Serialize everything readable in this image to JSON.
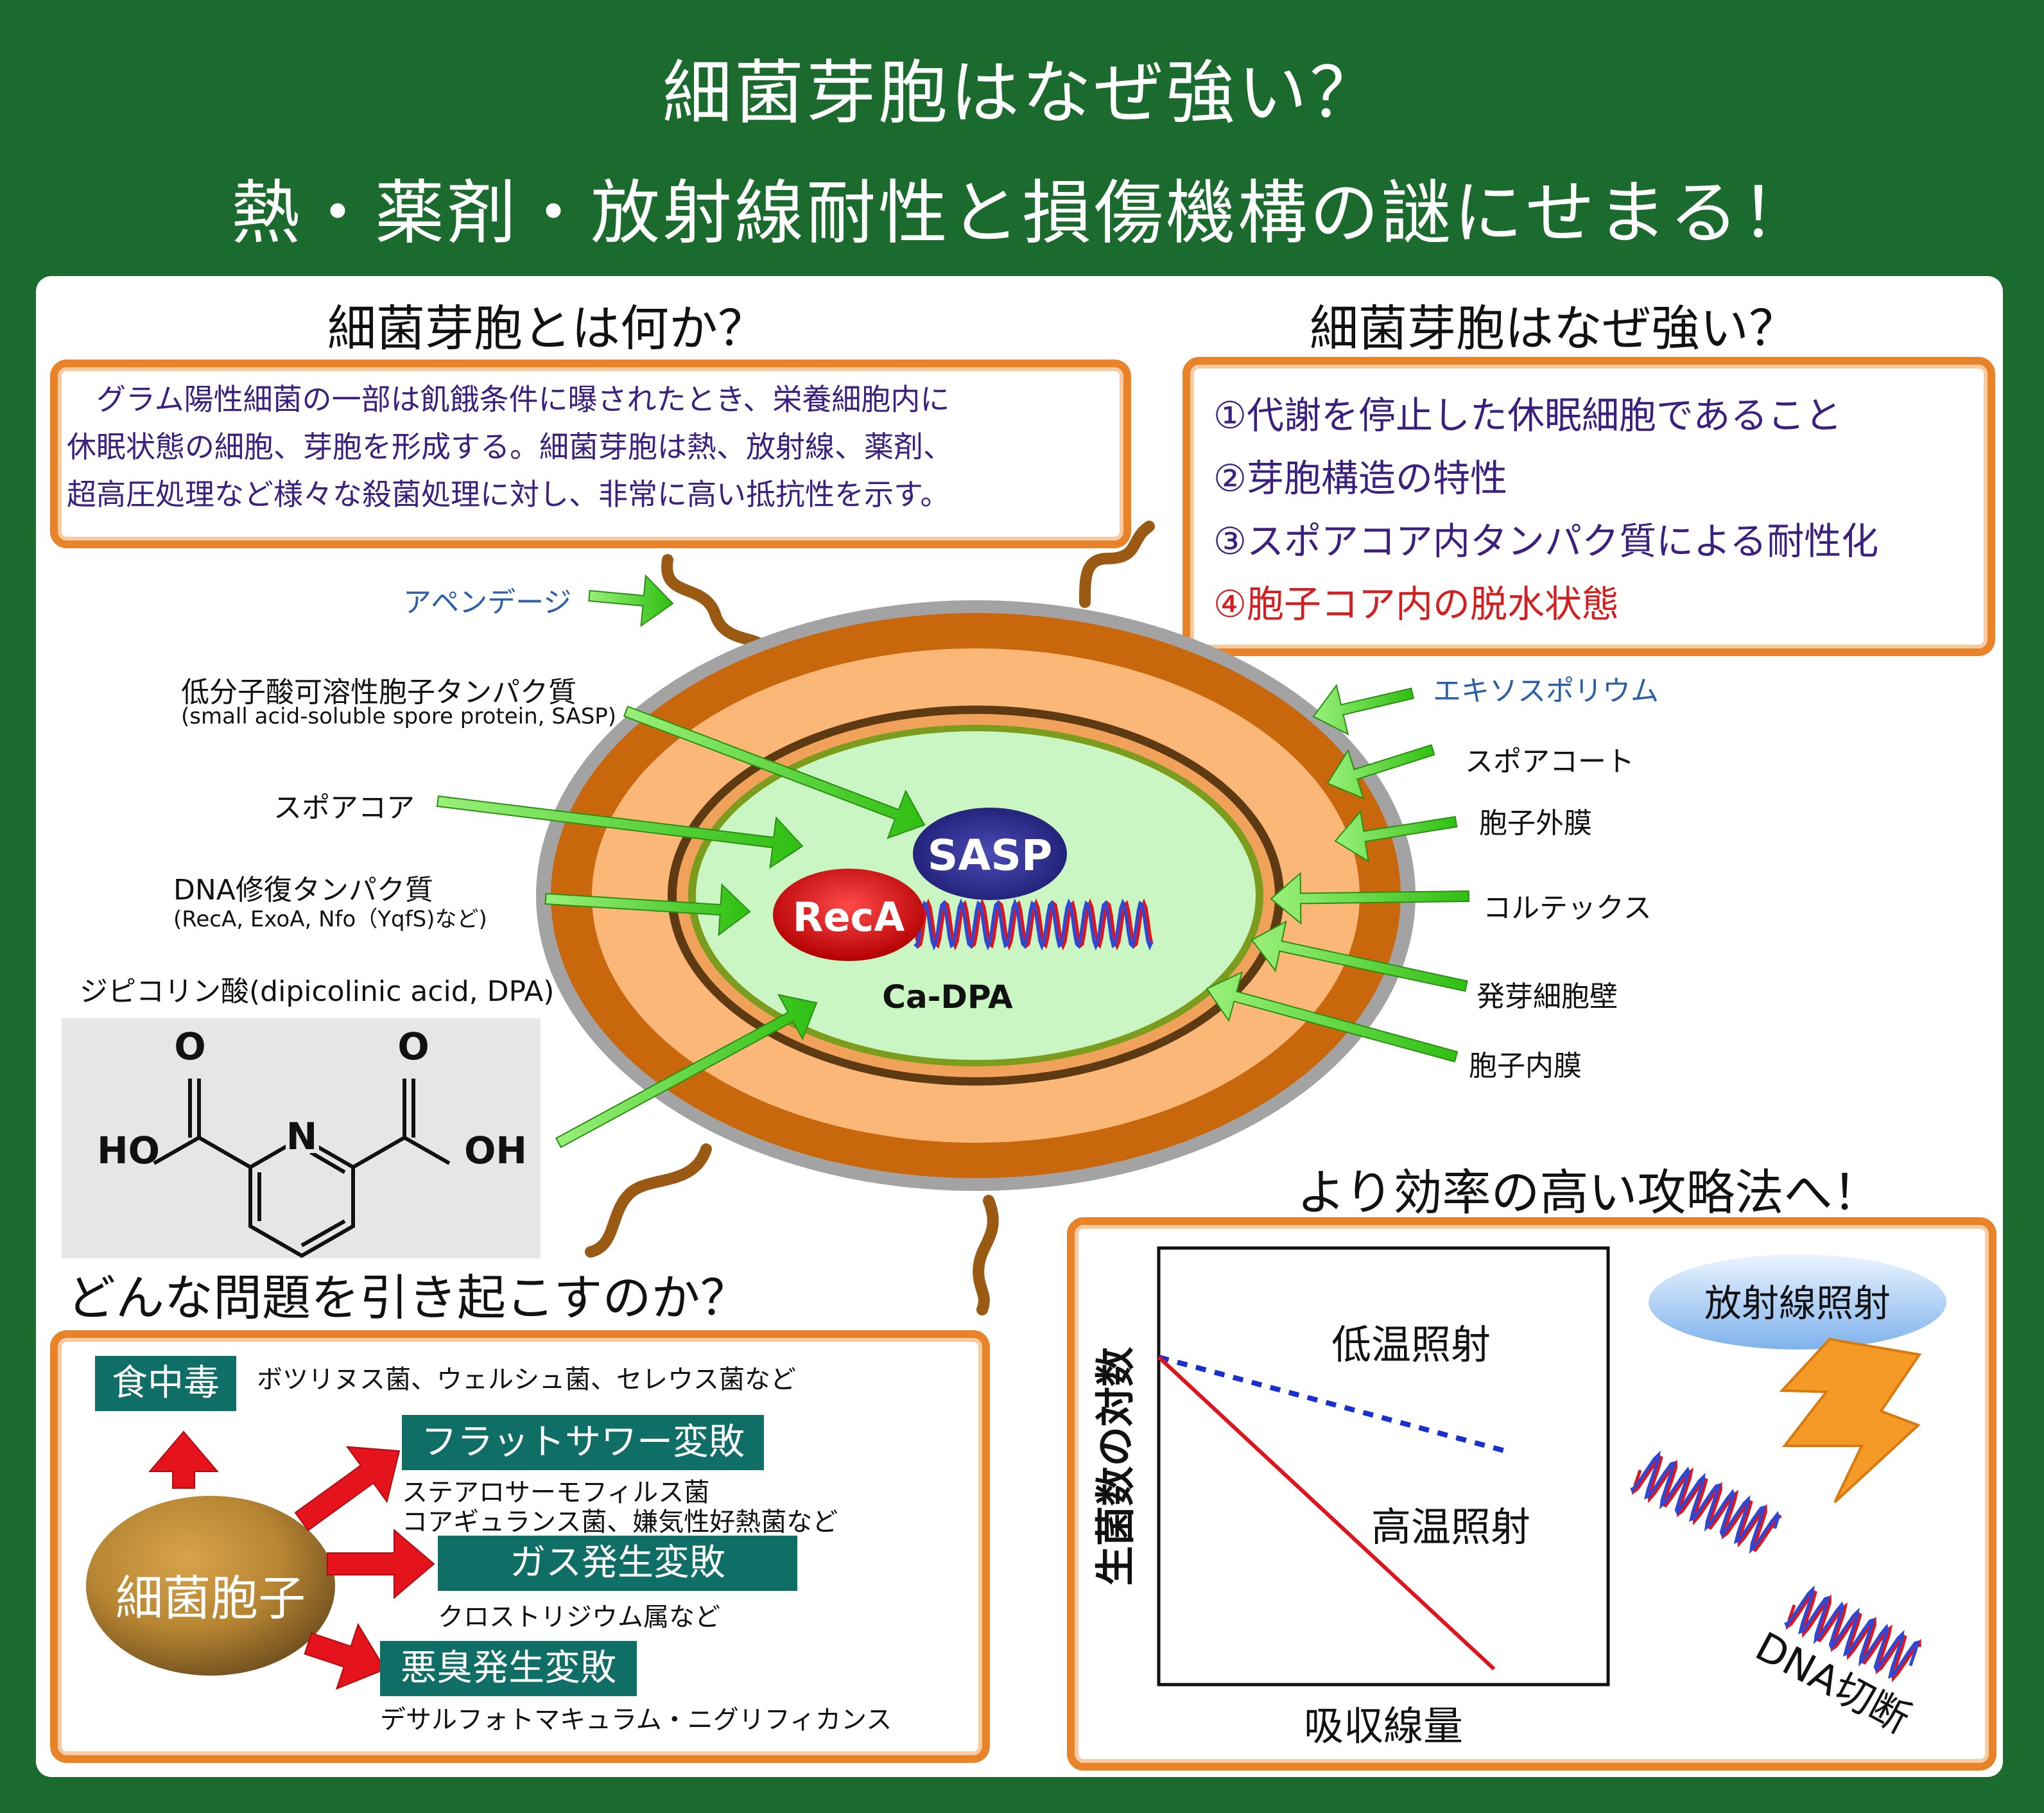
{
  "title": {
    "line1": "細菌芽胞はなぜ強い？",
    "line2": "熱・薬剤・放射線耐性と損傷機構の謎にせまる！"
  },
  "what_is": {
    "heading": "細菌芽胞とは何か？",
    "lines": [
      "　グラム陽性細菌の一部は飢餓条件に曝されたとき、栄養細胞内に",
      "休眠状態の細胞、芽胞を形成する。細菌芽胞は熱、放射線、薬剤、",
      "超高圧処理など様々な殺菌処理に対し、非常に高い抵抗性を示す。"
    ]
  },
  "why_strong": {
    "heading": "細菌芽胞はなぜ強い？",
    "reasons": [
      {
        "text": "①代謝を停止した休眠細胞であること",
        "color": "#3b2080"
      },
      {
        "text": "②芽胞構造の特性",
        "color": "#3b2080"
      },
      {
        "text": "③スポアコア内タンパク質による耐性化",
        "color": "#3b2080"
      },
      {
        "text": "④胞子コア内の脱水状態",
        "color": "#d21f1f"
      }
    ]
  },
  "spore": {
    "left_labels": {
      "appendage": "アペンデージ",
      "sasp": "低分子酸可溶性胞子タンパク質",
      "sasp_sub": "(small acid-soluble spore protein, SASP)",
      "core": "スポアコア",
      "dna_repair": "DNA修復タンパク質",
      "dna_repair_sub": "(RecA, ExoA, Nfo（YqfS)など)"
    },
    "right_labels": {
      "exosporium": "エキソスポリウム",
      "coat": "スポアコート",
      "outer_membrane": "胞子外膜",
      "cortex": "コルテックス",
      "germ_wall": "発芽細胞壁",
      "inner_membrane": "胞子内膜"
    },
    "sasp_label": "SASP",
    "reca_label": "RecA",
    "cadpa_label": "Ca-DPA"
  },
  "dpa": {
    "label": "ジピコリン酸(dipicolinic acid, DPA)",
    "atom_o": "O",
    "atom_n": "N",
    "atom_ho": "HO",
    "atom_oh": "OH"
  },
  "problems": {
    "heading": "どんな問題を引き起こすのか？",
    "spore_label": "細菌胞子",
    "food_poisoning": {
      "label": "食中毒",
      "examples": "ボツリヌス菌、ウェルシュ菌、セレウス菌など"
    },
    "flat_sour": {
      "label": "フラットサワー変敗",
      "examples1": "ステアロサーモフィルス菌",
      "examples2": "コアギュランス菌、嫌気性好熱菌など"
    },
    "gas": {
      "label": "ガス発生変敗",
      "examples": "クロストリジウム属など"
    },
    "odor": {
      "label": "悪臭発生変敗",
      "examples": "デサルフォトマキュラム・ニグリフィカンス"
    }
  },
  "efficient": {
    "heading": "より効率の高い攻略法へ！",
    "radiation": "放射線照射",
    "dna_cut": "DNA切断"
  },
  "chart_data": {
    "type": "line",
    "xlabel": "吸収線量",
    "ylabel": "生菌数の対数",
    "series": [
      {
        "name": "低温照射",
        "style": "dotted",
        "color": "#1a2fd0",
        "x": [
          0,
          1
        ],
        "y": [
          1.0,
          0.7
        ]
      },
      {
        "name": "高温照射",
        "style": "solid",
        "color": "#e0141c",
        "x": [
          0,
          0.97
        ],
        "y": [
          1.0,
          0.0
        ]
      }
    ],
    "xlim": [
      0,
      1.3
    ],
    "ylim": [
      -0.05,
      1.35
    ],
    "grid": false
  },
  "colors": {
    "background": "#1b6b2e",
    "box_border": "#e8832a",
    "teal": "#0f6e66",
    "arrow_green": "#3fcf1c",
    "arrow_red": "#e5141c"
  }
}
